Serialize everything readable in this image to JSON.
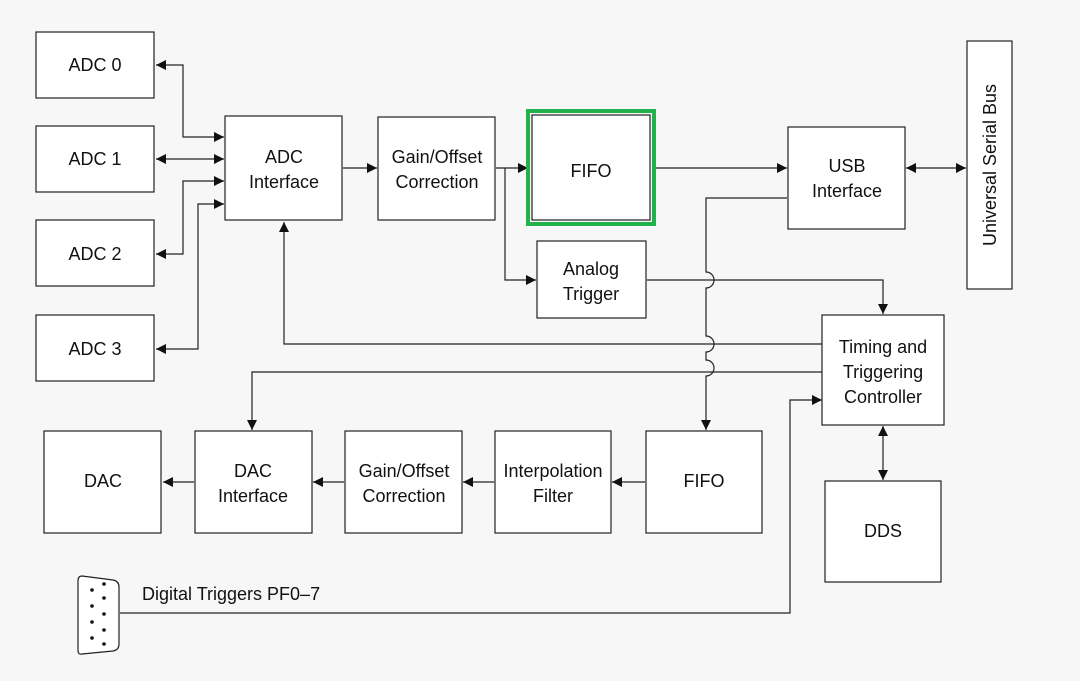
{
  "blocks": {
    "adc0": "ADC 0",
    "adc1": "ADC 1",
    "adc2": "ADC 2",
    "adc3": "ADC 3",
    "adc_interface": [
      "ADC",
      "Interface"
    ],
    "gain_offset_top": [
      "Gain/Offset",
      "Correction"
    ],
    "fifo_top": "FIFO",
    "analog_trigger": [
      "Analog",
      "Trigger"
    ],
    "usb_interface": [
      "USB",
      "Interface"
    ],
    "universal_serial_bus": "Universal Serial Bus",
    "timing_controller": [
      "Timing and",
      "Triggering",
      "Controller"
    ],
    "dds": "DDS",
    "dac": "DAC",
    "dac_interface": [
      "DAC",
      "Interface"
    ],
    "gain_offset_bottom": [
      "Gain/Offset",
      "Correction"
    ],
    "interpolation_filter": [
      "Interpolation",
      "Filter"
    ],
    "fifo_bottom": "FIFO"
  },
  "digital_triggers_label": "Digital Triggers PF0–7",
  "colors": {
    "highlight": "#22b14c",
    "line": "#222222",
    "background": "#f7f7f7"
  },
  "icons": {
    "connector": "db9-connector-icon"
  }
}
